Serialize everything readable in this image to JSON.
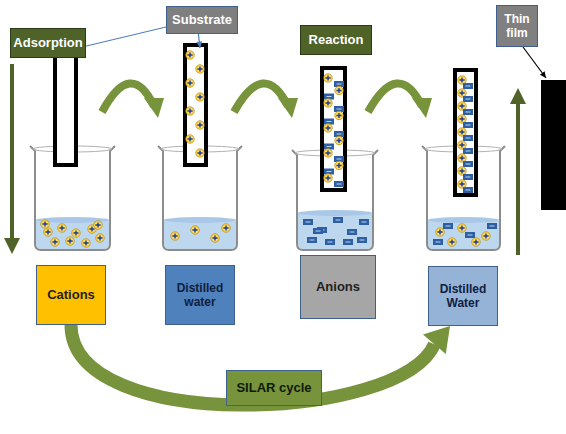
{
  "diagram": {
    "nodes": [
      {
        "text": [
          "Adsorption"
        ]
      },
      {
        "text": [
          "Substrate"
        ]
      },
      {
        "text": [
          "Reaction"
        ]
      },
      {
        "text": [
          "Thin film"
        ]
      },
      {
        "text": [
          "Cations"
        ]
      },
      {
        "text": [
          "Distilled water"
        ]
      },
      {
        "text": [
          "Anions"
        ]
      },
      {
        "text": [
          "Distilled Water"
        ]
      },
      {
        "text": [
          "SILAR cycle"
        ]
      }
    ],
    "edges": [
      {
        "from": 4,
        "to": 7,
        "arrow": "to"
      }
    ]
  }
}
